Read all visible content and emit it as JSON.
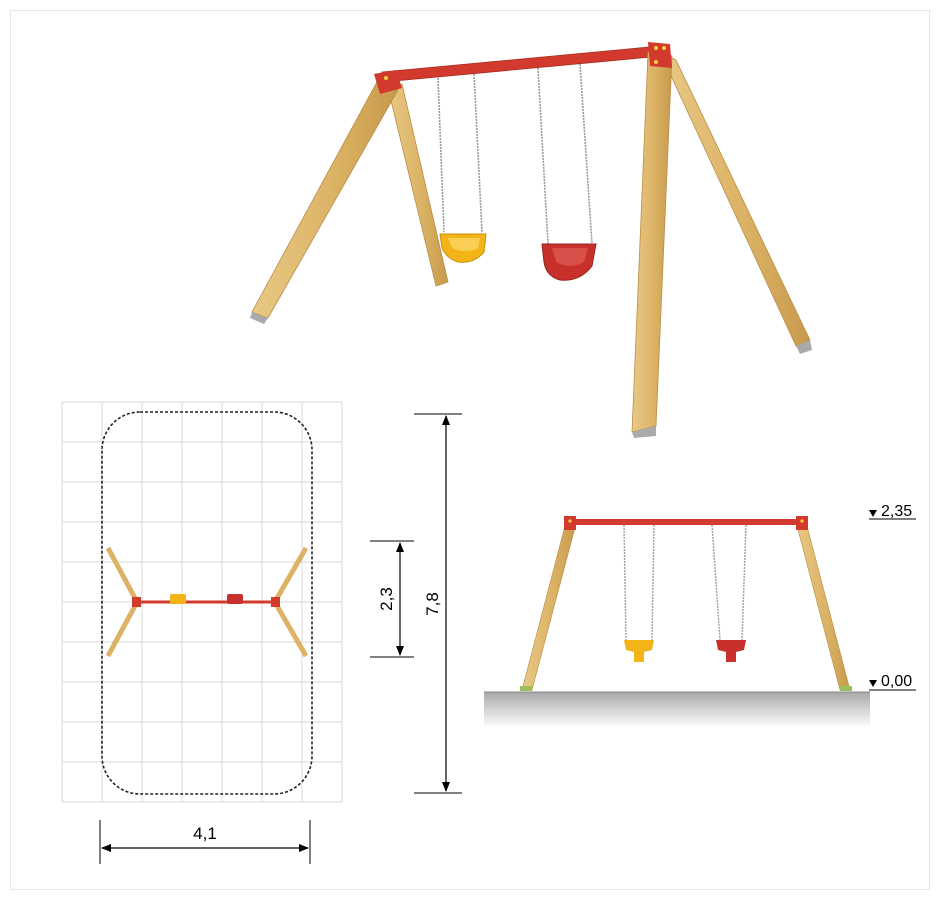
{
  "dimensions": {
    "plan_width": "4,1",
    "total_length": "7,8",
    "inner_length": "2,3"
  },
  "levels": {
    "top": "2,35",
    "ground": "0,00"
  },
  "colors": {
    "wood": "#dcb96a",
    "wood_dark": "#c49a4a",
    "beam": "#d23a2e",
    "seat_yellow": "#f2b417",
    "seat_red": "#c8302c",
    "chain": "#9a9a9a",
    "grid": "#d9d9d9",
    "ground": "#bdbdbd"
  }
}
